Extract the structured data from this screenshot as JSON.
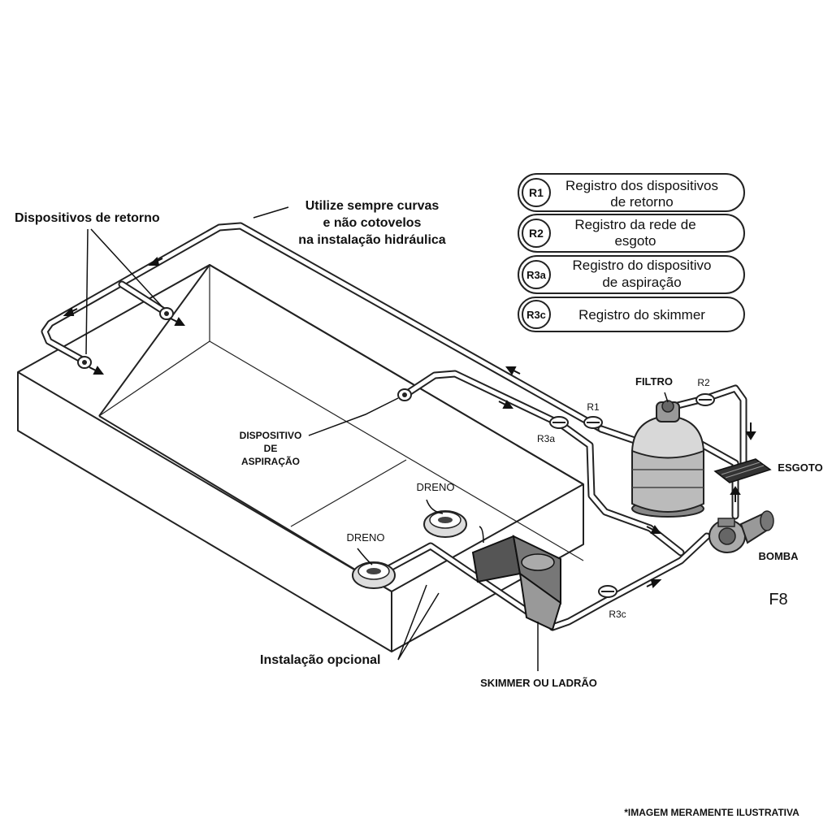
{
  "labels": {
    "return_devices": "Dispositivos de retorno",
    "curves_note": [
      "Utilize sempre curvas",
      "e não cotovelos",
      "na instalação hidráulica"
    ],
    "aspiration_device": [
      "DISPOSITIVO",
      "DE",
      "ASPIRAÇÃO"
    ],
    "drain_1": "DRENO",
    "drain_2": "DRENO",
    "optional": "Instalação opcional",
    "skimmer": "SKIMMER OU LADRÃO",
    "filter": "FILTRO",
    "sewer": "ESGOTO",
    "pump": "BOMBA",
    "r1": "R1",
    "r2": "R2",
    "r3a": "R3a",
    "r3c": "R3c",
    "figure_code": "F8",
    "disclaimer": "*IMAGEM MERAMENTE ILUSTRATIVA"
  },
  "legend": [
    {
      "code": "R1",
      "lines": [
        "Registro dos dispositivos",
        "de retorno"
      ]
    },
    {
      "code": "R2",
      "lines": [
        "Registro da rede de",
        "esgoto"
      ]
    },
    {
      "code": "R3a",
      "lines": [
        "Registro do dispositivo",
        "de aspiração"
      ]
    },
    {
      "code": "R3c",
      "lines": [
        "Registro do skimmer"
      ]
    }
  ]
}
